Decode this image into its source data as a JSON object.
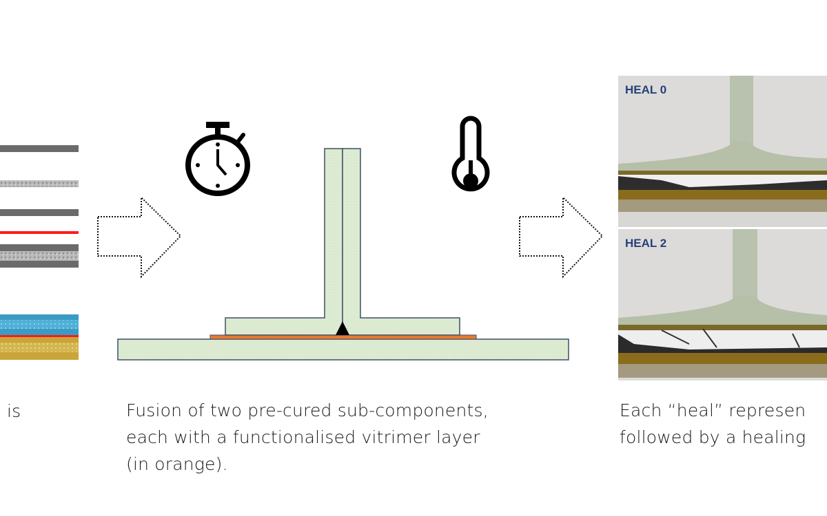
{
  "left_panel": {
    "caption_fragment": "is",
    "colors": {
      "ply_dark": "#6b6b6b",
      "ply_light": "#bdbdbd",
      "vitrimer_line": "#ff1a1a",
      "blue_ply": "#3a9cc4",
      "gold_ply": "#c9a53a"
    }
  },
  "center_panel": {
    "caption_lines": [
      "Fusion of two pre-cured sub-components,",
      "each with a functionalised vitrimer layer",
      "(in orange)."
    ],
    "icons": [
      "stopwatch-icon",
      "thermometer-icon"
    ],
    "colors": {
      "laminate": "#dcebd2",
      "vitrimer_layer": "#e87a2e",
      "outline": "#3d4f66"
    }
  },
  "right_panel": {
    "photos": [
      {
        "label": "HEAL 0"
      },
      {
        "label": "HEAL 2"
      }
    ],
    "caption_lines": [
      "Each “heal” represen",
      "followed by a healing"
    ]
  }
}
